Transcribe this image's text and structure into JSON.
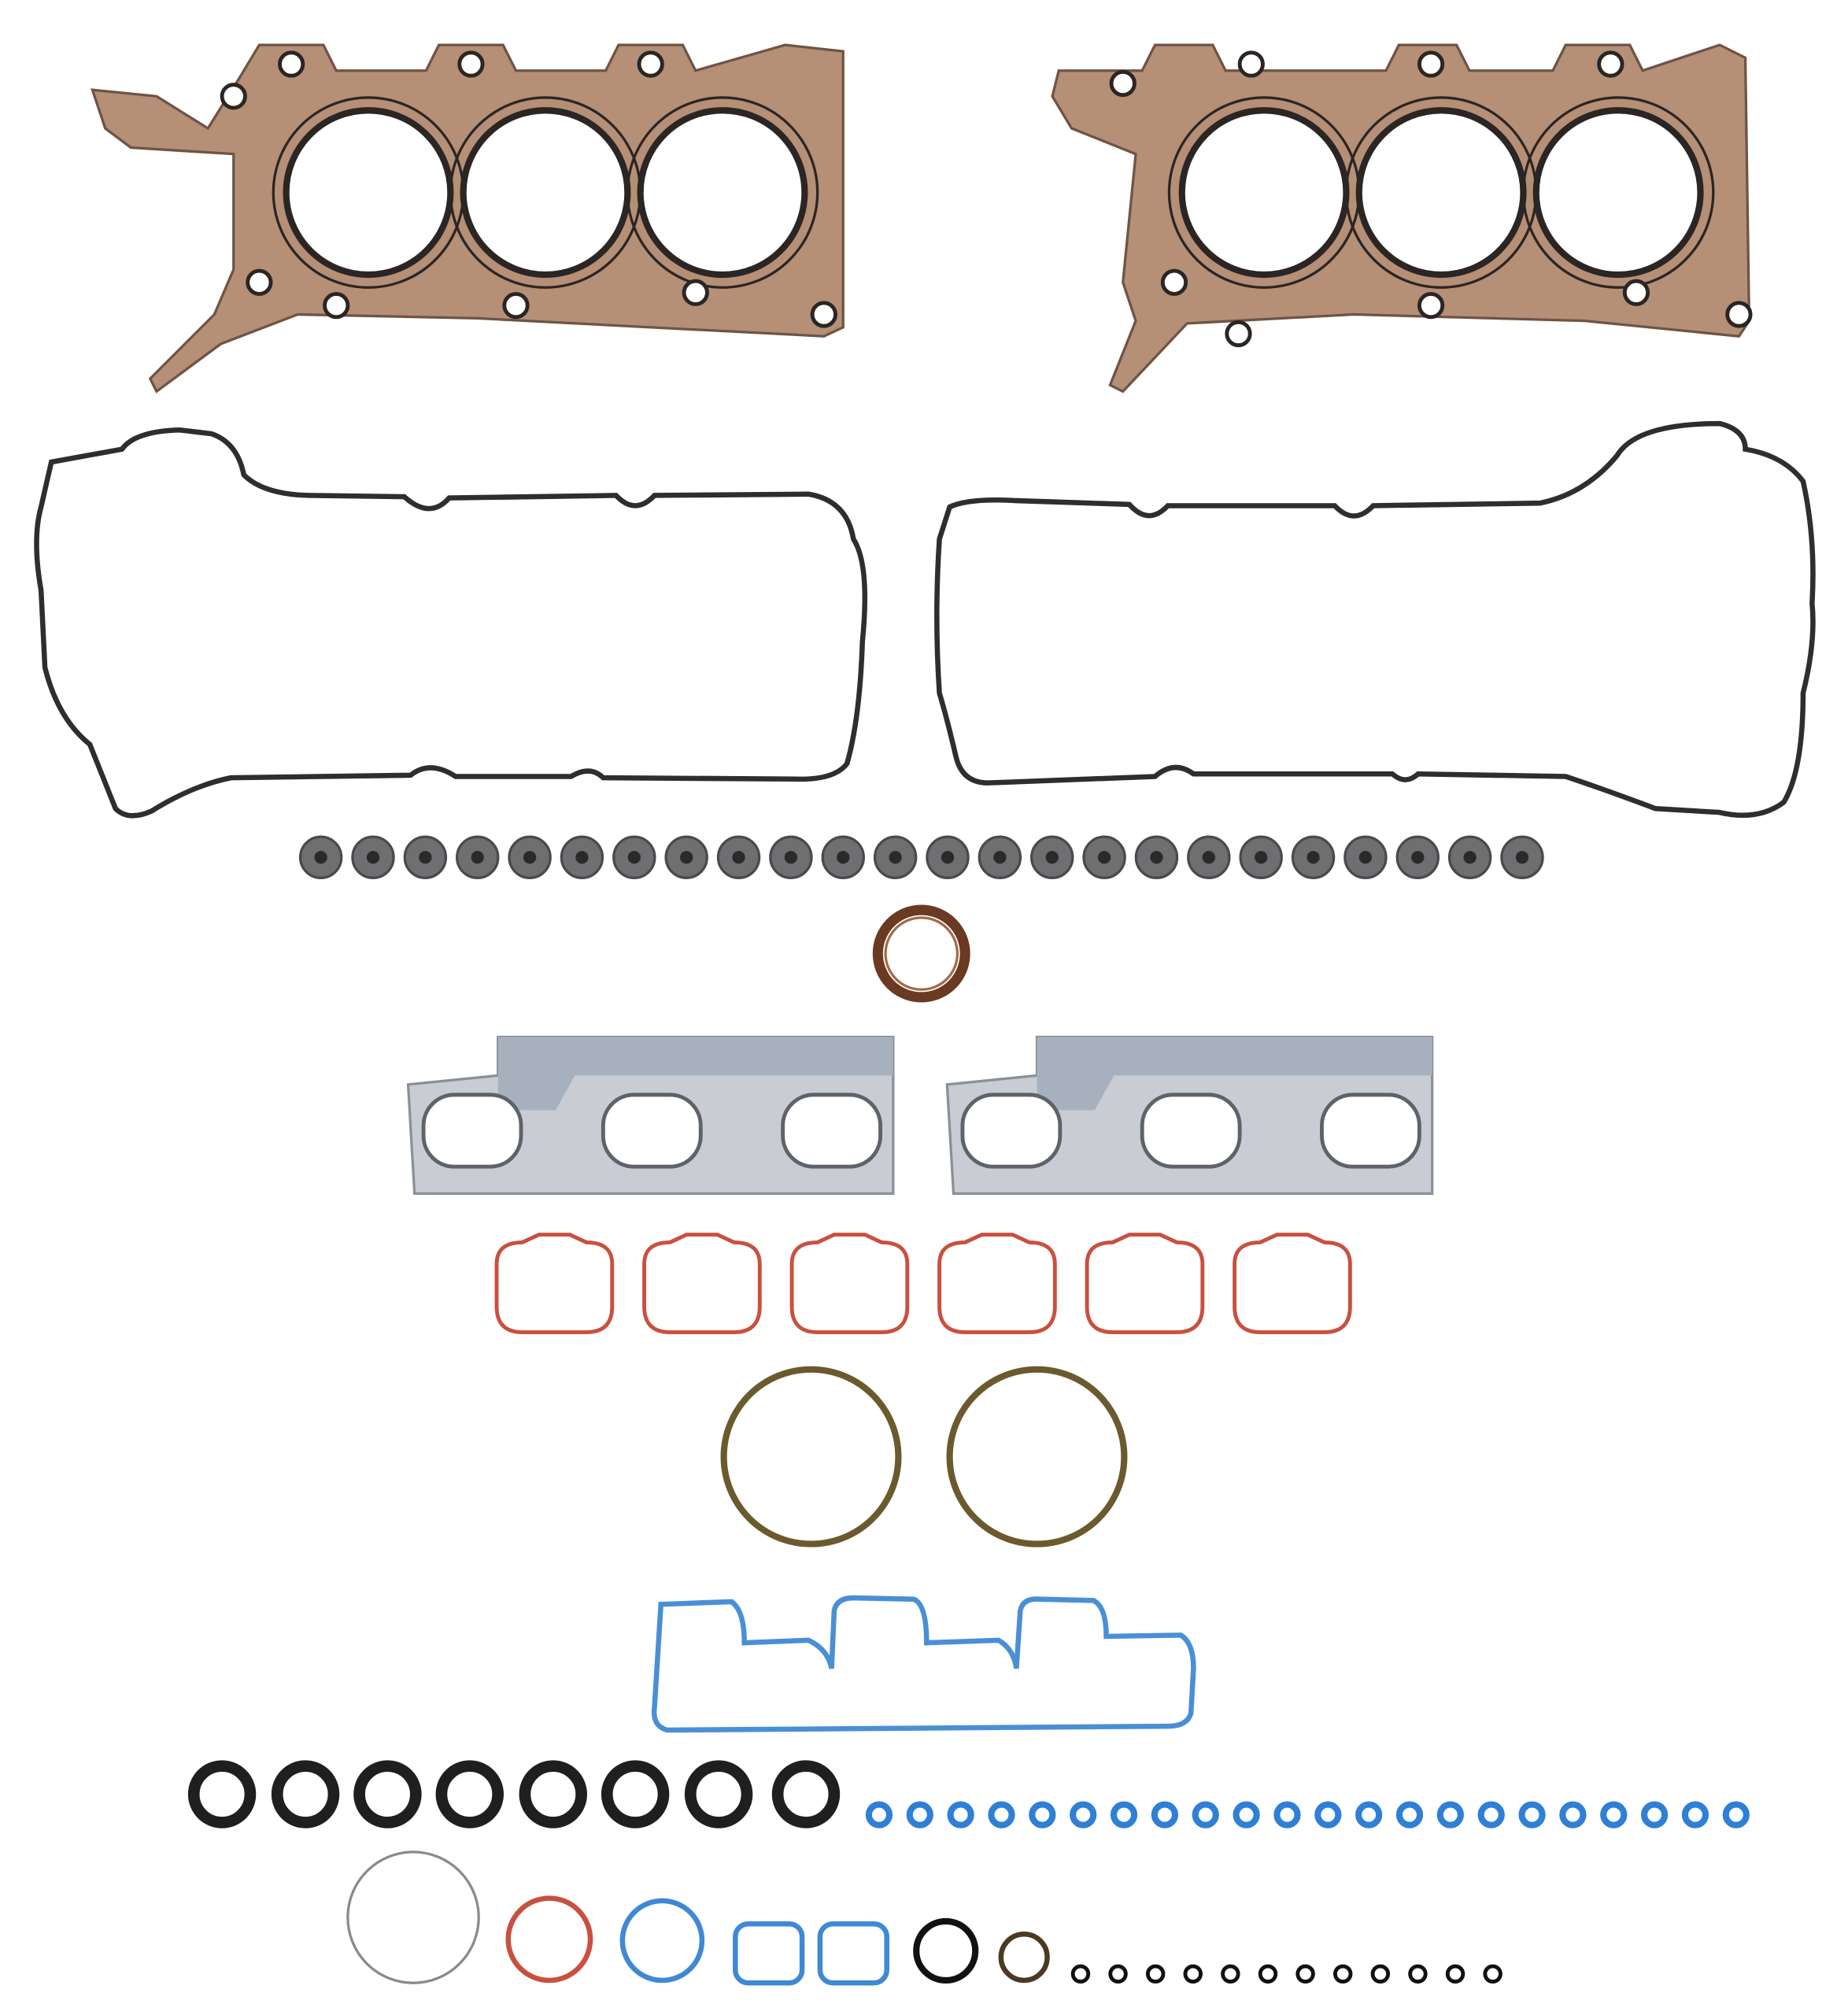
{
  "image": {
    "subject_icon": "engine-gasket-set-icon",
    "background_color": "#ffffff"
  },
  "parts": {
    "head_gaskets": {
      "count": 2,
      "cylinders_each": 3,
      "color": "#b58f76",
      "bead_color": "#2b2523"
    },
    "valve_cover_gaskets": {
      "count": 2,
      "color": "#2e2e30"
    },
    "valve_stem_seals": {
      "count": 24,
      "color": "#6f6f72"
    },
    "front_crank_seal": {
      "count": 1,
      "color": "#6b3a22"
    },
    "exhaust_manifold_gaskets": {
      "count": 2,
      "color": "#c9cdd3",
      "shield_color": "#a7b0bd"
    },
    "intake_port_gaskets": {
      "count": 6,
      "color": "#c9503f"
    },
    "throttle_body_rings": {
      "count": 2,
      "color": "#6b5a2e"
    },
    "plenum_gasket": {
      "count": 1,
      "color": "#4a8fd6"
    },
    "black_orings_large": {
      "count": 8,
      "color": "#1f1f1f"
    },
    "blue_orings_small": {
      "count": 22,
      "color": "#2f7fd6"
    },
    "misc_seals": {
      "gray_ring_color": "#8a8a8a",
      "red_ring_color": "#c9503f",
      "blue_ring_color": "#3f88d6",
      "blue_square_count": 2,
      "black_ring_color": "#111111",
      "brown_ring_color": "#4a3a22",
      "tiny_black_rings": 12
    }
  }
}
